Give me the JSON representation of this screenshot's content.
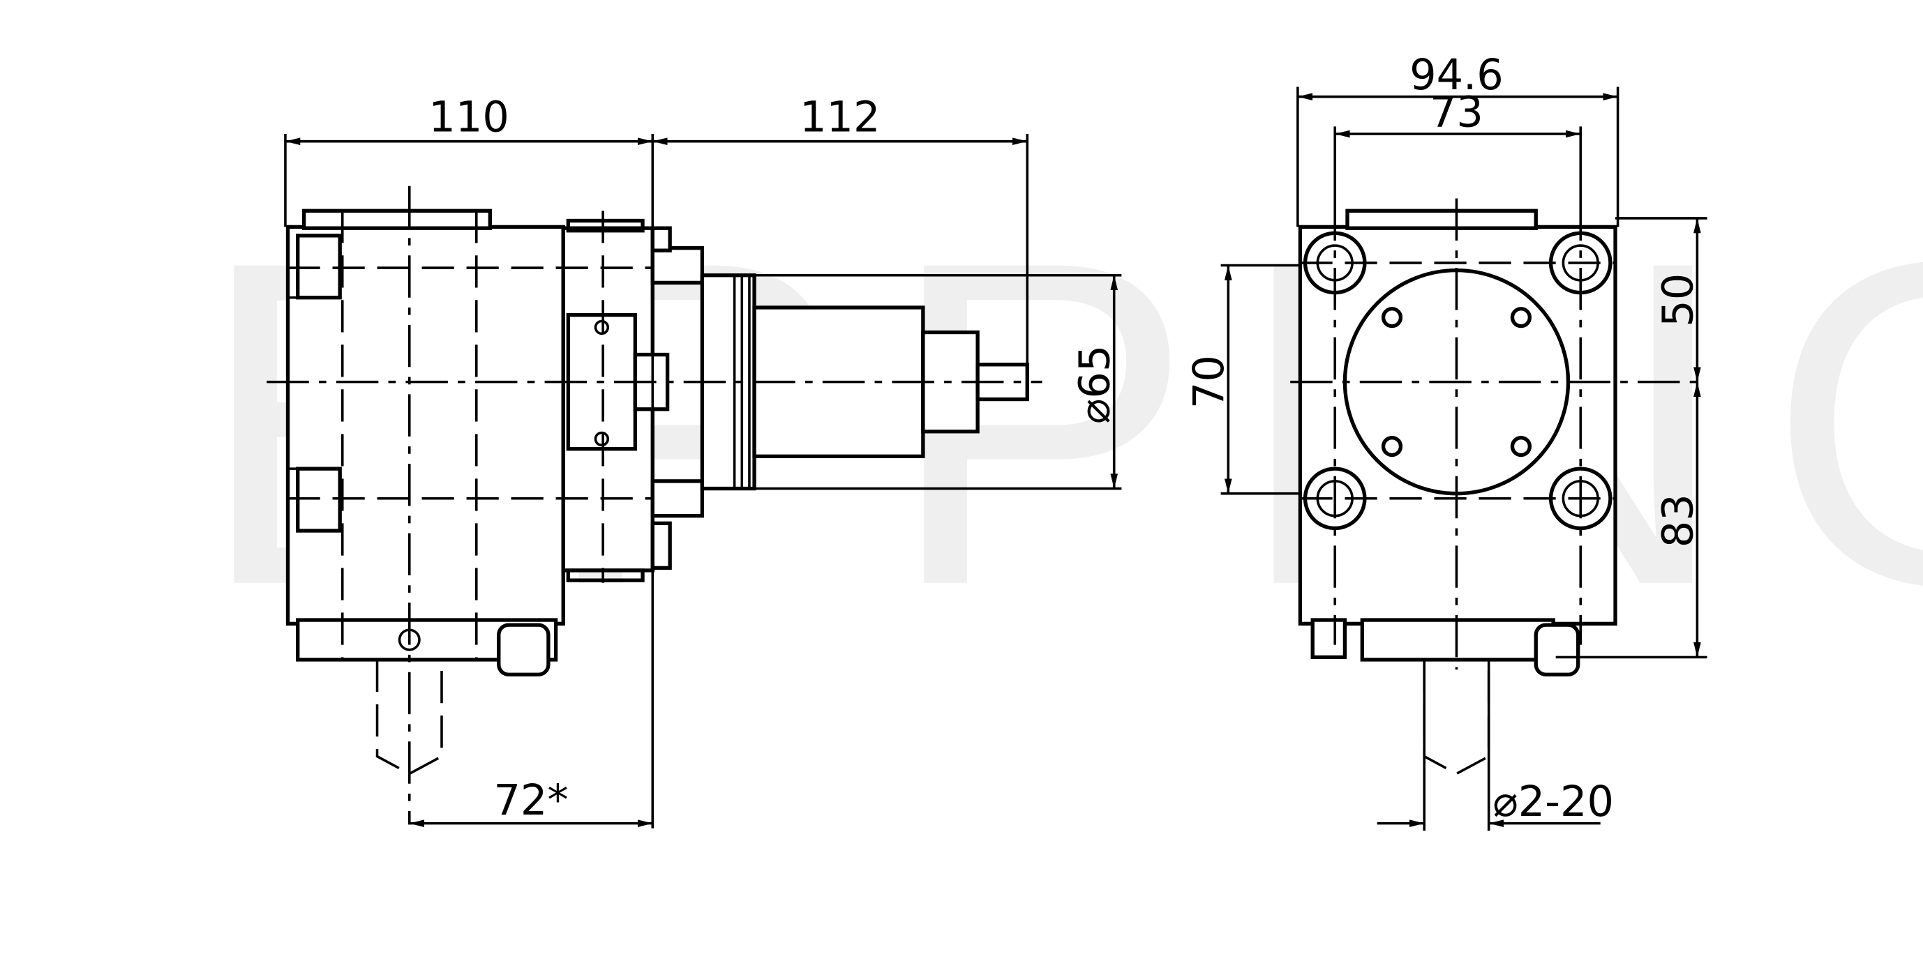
{
  "watermark": {
    "text": "EPPINGER",
    "color": "#efefef"
  },
  "side_view": {
    "dims": {
      "width_left": "110",
      "width_right": "112",
      "diameter": "⌀65",
      "bottom": "72*"
    }
  },
  "front_view": {
    "dims": {
      "overall_width": "94.6",
      "bolt_pitch": "73",
      "height_left": "70",
      "upper_right": "50",
      "lower_right": "83",
      "collet_range": "⌀2-20"
    }
  },
  "colors": {
    "line": "#000000",
    "background": "#ffffff"
  }
}
